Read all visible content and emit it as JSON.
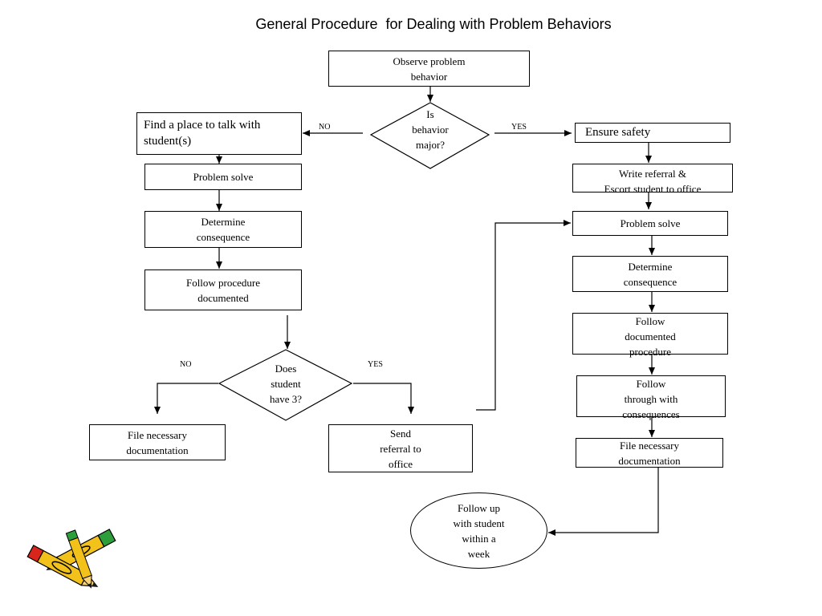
{
  "title": "General Procedure  for Dealing with Problem Behaviors",
  "nodes": {
    "observe": "Observe problem\nbehavior",
    "decision_major": "Is\nbehavior\nmajor?",
    "find_place": "Find a place to talk with\nstudent(s)",
    "left_problem_solve": "Problem solve",
    "left_determine": "Determine\nconsequence",
    "follow_procedure": "Follow procedure\ndocumented",
    "decision_three": "Does\nstudent\nhave 3?",
    "left_file": "File necessary\ndocumentation",
    "send_referral": "Send\nreferral to\noffice",
    "ensure_safety": "Ensure safety",
    "write_referral": "Write referral &\nEscort student to office",
    "right_problem_solve": "Problem solve",
    "right_determine": "Determine\nconsequence",
    "follow_documented": "Follow\ndocumented\nprocedure",
    "follow_through": "Follow\nthrough with\nconsequences",
    "right_file": "File necessary\ndocumentation",
    "follow_up": "Follow up\nwith student\nwithin a\nweek"
  },
  "edge_labels": {
    "major_no": "NO",
    "major_yes": "YES",
    "three_no": "NO",
    "three_yes": "YES"
  },
  "decoration": {
    "icon": "crossed-pencils-icon",
    "colors": {
      "pencil_body": "#f2c21b",
      "pencil_tip": "#1a1a1a",
      "pencil_eraser_red": "#d9261c",
      "pencil_eraser_green": "#2e9e3a"
    }
  }
}
